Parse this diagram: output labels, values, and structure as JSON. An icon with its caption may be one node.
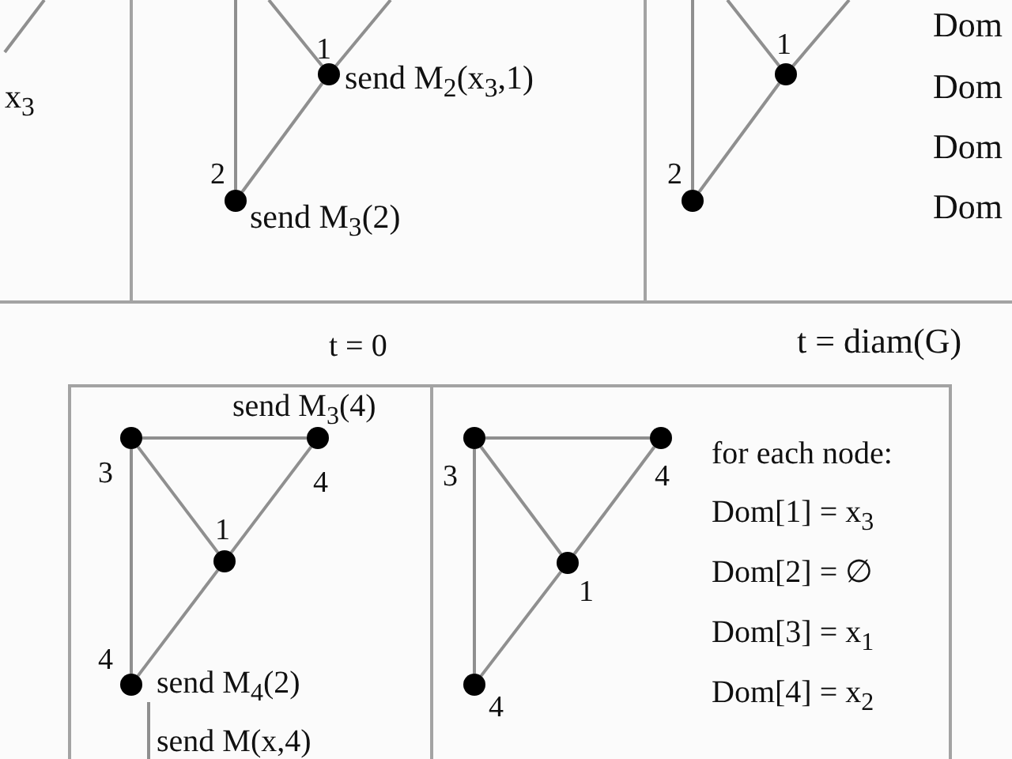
{
  "diagram": {
    "nodes": [
      {
        "text": [
          "x$_{3}$"
        ]
      },
      {
        "text": [],
        "shape": "box"
      },
      {
        "text": [],
        "shape": "circle",
        "in": 1,
        "beside": [
          "1",
          "send M$_{2}$(x$_{3}$,1)"
        ]
      },
      {
        "text": [],
        "shape": "circle",
        "in": 1,
        "beside": [
          "2",
          "send M$_{3}$(2)"
        ]
      },
      {
        "text": [
          "Dom",
          "Dom",
          "Dom",
          "Dom"
        ]
      },
      {
        "text": [],
        "shape": "circle",
        "in": 4,
        "beside": [
          "1"
        ]
      },
      {
        "text": [],
        "shape": "circle",
        "in": 4,
        "beside": [
          "2"
        ]
      },
      {
        "text": [],
        "shape": "box"
      },
      {
        "text": [],
        "shape": "circle",
        "in": 7,
        "beside": [
          "3"
        ]
      },
      {
        "text": [],
        "shape": "circle",
        "in": 7,
        "beside": [
          "send M$_{3}$(4)",
          "4"
        ]
      },
      {
        "text": [],
        "shape": "circle",
        "in": 7,
        "beside": [
          "1"
        ]
      },
      {
        "text": [],
        "shape": "circle",
        "in": 7,
        "beside": [
          "4",
          "send M$_{4}$(2)"
        ]
      },
      {
        "text": [
          "for each node:",
          "Dom[1] = x$_{3}$",
          "Dom[2] = ∅",
          "Dom[3] = x$_{1}$",
          "Dom[4] = x$_{2}$"
        ]
      },
      {
        "text": [],
        "shape": "circle",
        "in": 12,
        "beside": [
          "3"
        ]
      },
      {
        "text": [],
        "shape": "circle",
        "in": 12,
        "beside": [
          "4"
        ]
      },
      {
        "text": [],
        "shape": "circle",
        "in": 12,
        "beside": [
          "1"
        ]
      },
      {
        "text": [],
        "shape": "circle",
        "in": 12,
        "beside": [
          "4"
        ]
      }
    ],
    "edges": [
      {
        "from": null,
        "to": 2,
        "arrow": "none"
      },
      {
        "from": null,
        "to": 2,
        "arrow": "none"
      },
      {
        "from": null,
        "to": 3,
        "arrow": "none"
      },
      {
        "from": 2,
        "to": 3,
        "arrow": "none"
      },
      {
        "from": null,
        "to": 5,
        "arrow": "none"
      },
      {
        "from": null,
        "to": 5,
        "arrow": "none"
      },
      {
        "from": null,
        "to": 6,
        "arrow": "none"
      },
      {
        "from": 5,
        "to": 6,
        "arrow": "none"
      },
      {
        "from": 8,
        "to": 9,
        "arrow": "none"
      },
      {
        "from": 8,
        "to": 10,
        "arrow": "none"
      },
      {
        "from": 9,
        "to": 10,
        "arrow": "none"
      },
      {
        "from": 8,
        "to": 11,
        "arrow": "none"
      },
      {
        "from": 10,
        "to": 11,
        "arrow": "none"
      },
      {
        "from": 13,
        "to": 14,
        "arrow": "none"
      },
      {
        "from": 13,
        "to": 15,
        "arrow": "none"
      },
      {
        "from": 14,
        "to": 15,
        "arrow": "none"
      },
      {
        "from": 13,
        "to": 16,
        "arrow": "none"
      },
      {
        "from": 15,
        "to": 16,
        "arrow": "none"
      }
    ],
    "labels": [
      "t = 0",
      "t = diam(G)",
      "send M(x,4)"
    ]
  }
}
